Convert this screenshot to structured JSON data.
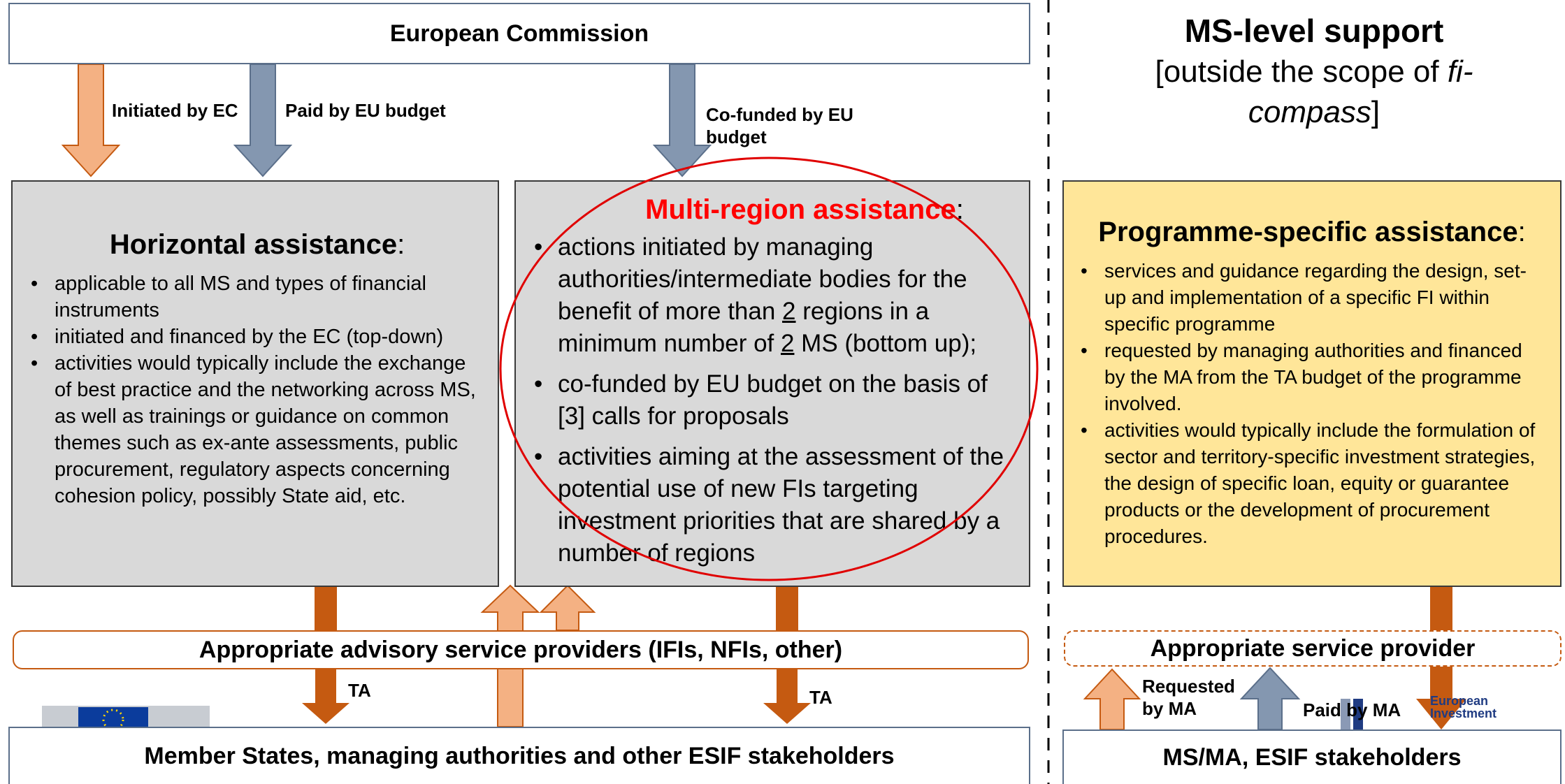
{
  "top": {
    "commission": "European Commission",
    "ms_support_title": "MS-level support",
    "ms_support_sub_1": "[outside the scope of ",
    "ms_support_sub_italic": "fi-compass",
    "ms_support_sub_2": "]"
  },
  "arrows": {
    "initiated_by_ec": "Initiated by EC",
    "paid_by_eu_budget": "Paid by EU budget",
    "co_funded": "Co-funded by EU budget",
    "ta_left": "TA",
    "ta_right": "TA",
    "requested_by_ma": "Requested by MA",
    "paid_by_ma": "Paid by MA"
  },
  "horizontal": {
    "title": "Horizontal assistance",
    "colon": ":",
    "items": [
      "applicable to all MS and types of financial instruments",
      "initiated and financed by the EC (top-down)",
      "activities would typically include the exchange of best practice and the networking across MS, as well as trainings or guidance on common themes such as ex-ante assessments, public procurement, regulatory aspects concerning cohesion policy, possibly State aid, etc."
    ]
  },
  "multi": {
    "title": "Multi-region assistance",
    "colon": ":",
    "item1_a": "actions initiated by managing authorities/intermediate bodies  for the benefit of more than ",
    "item1_n1": "2",
    "item1_b": "  regions in a minimum number of ",
    "item1_n2": "2",
    "item1_c": " MS (bottom up);",
    "item2": "co-funded by EU budget on the basis of [3] calls for proposals",
    "item3": "activities aiming at the assessment of the potential use of new FIs targeting investment priorities that are shared by a number of regions"
  },
  "programme": {
    "title": "Programme-specific assistance",
    "colon": ":",
    "items": [
      "services and guidance regarding the design, set-up and implementation of a specific FI within specific programme",
      "requested by managing authorities and financed by the MA from the TA budget of the programme involved.",
      "activities would typically include the formulation of sector and territory-specific investment strategies, the design of specific loan, equity or guarantee products or the development of procurement procedures."
    ]
  },
  "providers": {
    "advisory": "Appropriate advisory service providers (IFIs, NFIs, other)",
    "service": "Appropriate service provider"
  },
  "bottom": {
    "left": "Member States, managing authorities and other ESIF stakeholders",
    "right": "MS/MA, ESIF stakeholders"
  },
  "logos": {
    "eib_1": "European",
    "eib_2": "Investment"
  },
  "colors": {
    "orange_light": "#f4b183",
    "orange_dark": "#c55a11",
    "blue_grey": "#8497b0",
    "red_title": "#ff0000",
    "grey_box": "#d9d9d9",
    "yellow_box": "#ffe699"
  }
}
